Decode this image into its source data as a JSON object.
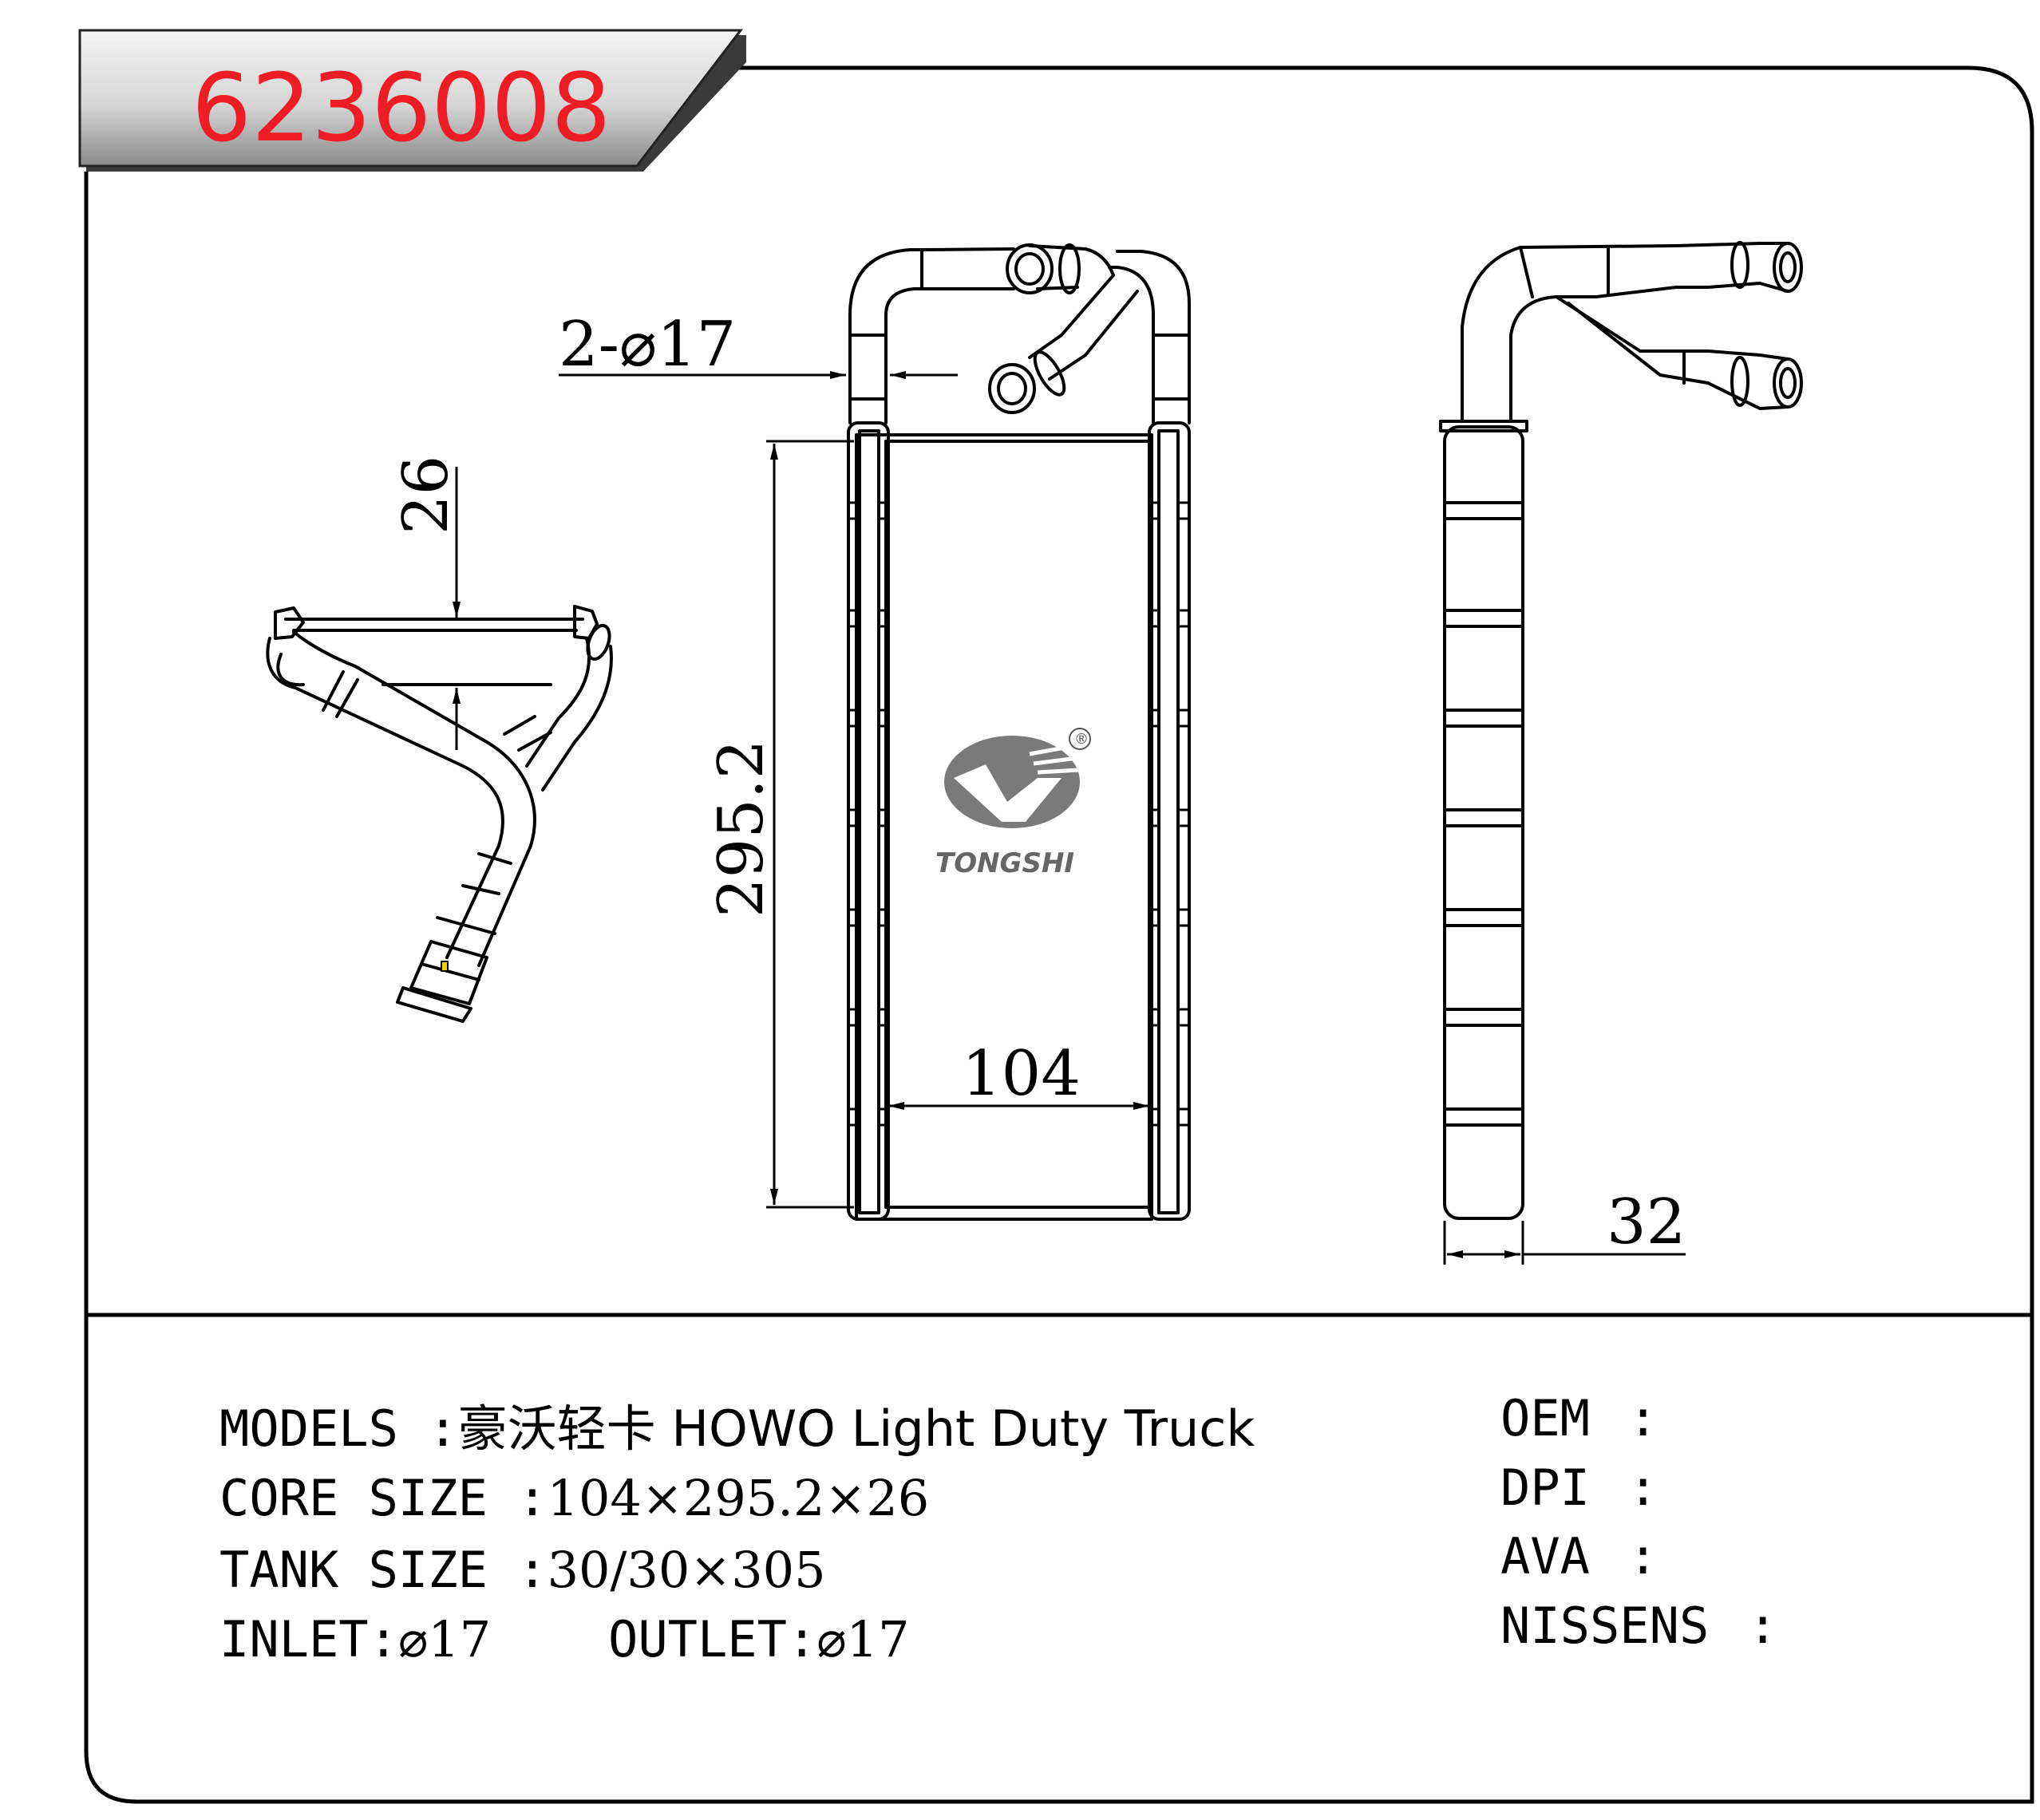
{
  "part_number": "6236008",
  "logo": {
    "brand": "TONGSHI",
    "reg_mark": "®"
  },
  "dimensions": {
    "pipe_dia": "2-⌀17",
    "core_depth": "26",
    "core_height": "295.2",
    "core_width": "104",
    "side_depth": "32"
  },
  "specs": {
    "models_label": "MODELS :",
    "models_value": "豪沃轻卡 HOWO Light Duty Truck",
    "core_label": "CORE SIZE :",
    "core_value": "104×295.2×26",
    "tank_label": "TANK SIZE :",
    "tank_value": "30/30×305",
    "inlet_label": "INLET:",
    "inlet_value": "⌀17",
    "outlet_label": "OUTLET:",
    "outlet_value": "⌀17"
  },
  "cross_refs": [
    {
      "label": "OEM",
      "sep": ":",
      "value": ""
    },
    {
      "label": "DPI",
      "sep": ":",
      "value": ""
    },
    {
      "label": "AVA",
      "sep": ":",
      "value": ""
    },
    {
      "label": "NISSENS",
      "sep": ":",
      "value": ""
    }
  ]
}
